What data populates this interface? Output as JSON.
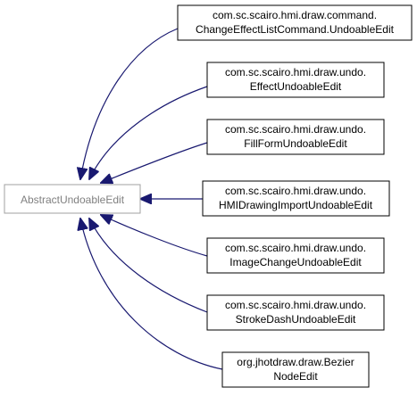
{
  "diagram": {
    "base": {
      "label": "AbstractUndoableEdit",
      "fill": "#ffffff",
      "stroke": "#a0a0a0",
      "text_color": "#808080"
    },
    "subclasses": [
      {
        "lines": [
          "com.sc.scairo.hmi.draw.command.",
          "ChangeEffectListCommand.UndoableEdit"
        ]
      },
      {
        "lines": [
          "com.sc.scairo.hmi.draw.undo.",
          "EffectUndoableEdit"
        ]
      },
      {
        "lines": [
          "com.sc.scairo.hmi.draw.undo.",
          "FillFormUndoableEdit"
        ]
      },
      {
        "lines": [
          "com.sc.scairo.hmi.draw.undo.",
          "HMIDrawingImportUndoableEdit"
        ]
      },
      {
        "lines": [
          "com.sc.scairo.hmi.draw.undo.",
          "ImageChangeUndoableEdit"
        ]
      },
      {
        "lines": [
          "com.sc.scairo.hmi.draw.undo.",
          "StrokeDashUndoableEdit"
        ]
      },
      {
        "lines": [
          "org.jhotdraw.draw.Bezier",
          "NodeEdit"
        ]
      }
    ],
    "colors": {
      "edge": "#191970",
      "node_stroke": "#000000",
      "node_fill": "#ffffff",
      "text": "#000000"
    }
  }
}
